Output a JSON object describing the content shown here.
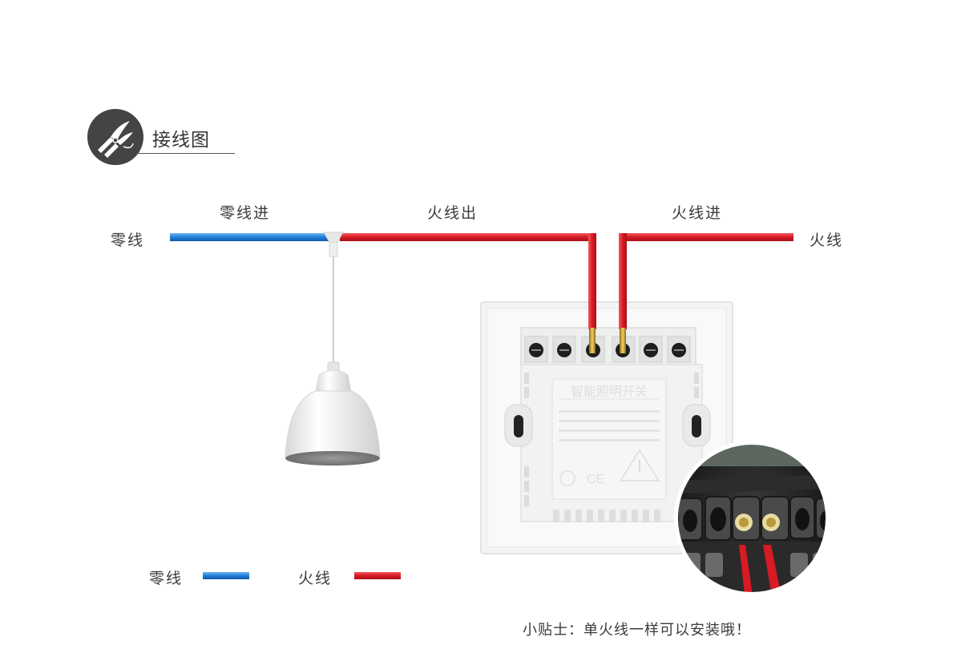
{
  "header": {
    "title": "接线图",
    "icon": "pliers-icon"
  },
  "labels": {
    "neutral_in": "零线进",
    "live_out": "火线出",
    "live_in": "火线进",
    "neutral": "零线",
    "live": "火线"
  },
  "switch": {
    "face_title": "智能照明开关"
  },
  "legend": {
    "neutral_label": "零线",
    "live_label": "火线"
  },
  "tip": "小贴士：单火线一样可以安装哦！",
  "colors": {
    "neutral_wire": "#1f7fd6",
    "live_wire": "#d71a23",
    "header_circle": "#444444",
    "text": "#3b3b3b"
  }
}
